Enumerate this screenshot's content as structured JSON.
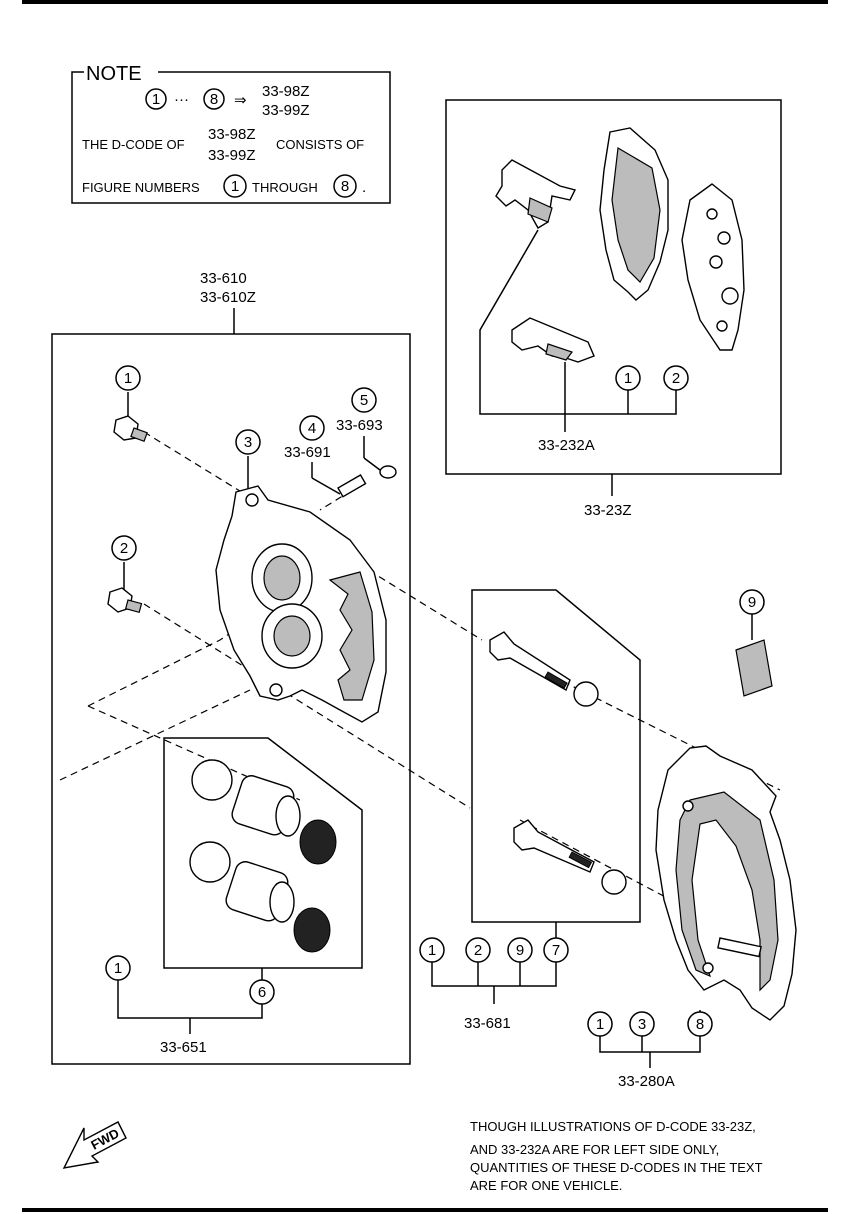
{
  "note": {
    "title": "NOTE",
    "range_start": "1",
    "range_sep": "···",
    "range_end": "8",
    "arrow": "⇒",
    "code_a": "33-98Z",
    "code_b": "33-99Z",
    "line1_pre": "THE D-CODE OF",
    "line1_code_a": "33-98Z",
    "line1_code_b": "33-99Z",
    "line1_post": "CONSISTS OF",
    "line2_pre": "FIGURE NUMBERS",
    "line2_from": "1",
    "line2_mid": "THROUGH",
    "line2_to": "8",
    "line2_end": "."
  },
  "groups": {
    "caliper_a": "33-610",
    "caliper_b": "33-610Z",
    "pad_kit": "33-232A",
    "pad_set": "33-23Z",
    "piston_kit": "33-651",
    "pin_kit": "33-681",
    "bracket": "33-280A"
  },
  "parts": {
    "p1": "1",
    "p2": "2",
    "p3": "3",
    "p4": "4",
    "p5": "5",
    "p6": "6",
    "p7": "7",
    "p8": "8",
    "p9": "9",
    "code_691": "33-691",
    "code_693": "33-693"
  },
  "fwd_label": "FWD",
  "footnote": [
    "THOUGH ILLUSTRATIONS OF D-CODE 33-23Z,",
    "AND 33-232A ARE FOR LEFT SIDE ONLY,",
    "QUANTITIES OF THESE D-CODES IN THE TEXT",
    "ARE FOR ONE VEHICLE."
  ]
}
